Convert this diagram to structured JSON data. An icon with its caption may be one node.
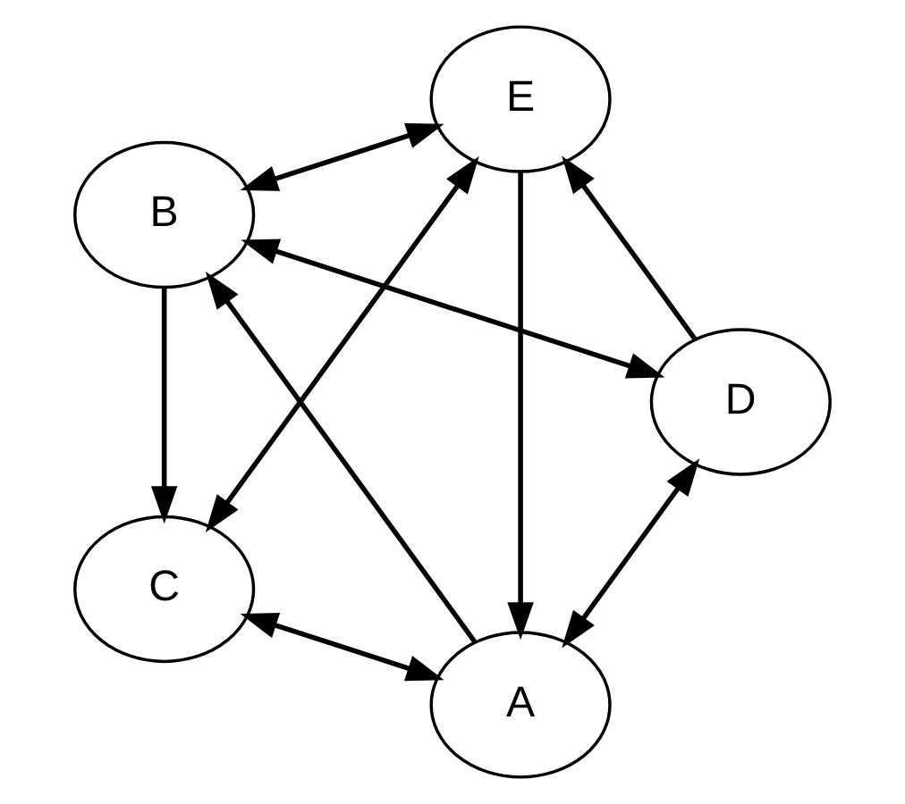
{
  "diagram": {
    "nodes": [
      {
        "text": [
          "A"
        ]
      },
      {
        "text": [
          "E"
        ]
      },
      {
        "text": [
          "B"
        ]
      },
      {
        "text": [
          "D"
        ]
      },
      {
        "text": [
          "C"
        ]
      }
    ],
    "edges": [
      {
        "from": 1,
        "to": 0,
        "arrow": "to"
      },
      {
        "from": 0,
        "to": 2,
        "arrow": "to"
      },
      {
        "from": 1,
        "to": 2,
        "arrow": "both"
      },
      {
        "from": 1,
        "to": 4,
        "arrow": "both"
      },
      {
        "from": 2,
        "to": 4,
        "arrow": "to"
      },
      {
        "from": 3,
        "to": 1,
        "arrow": "to"
      },
      {
        "from": 0,
        "to": 3,
        "arrow": "both"
      },
      {
        "from": 0,
        "to": 4,
        "arrow": "both"
      },
      {
        "from": 2,
        "to": 3,
        "arrow": "both"
      }
    ]
  }
}
